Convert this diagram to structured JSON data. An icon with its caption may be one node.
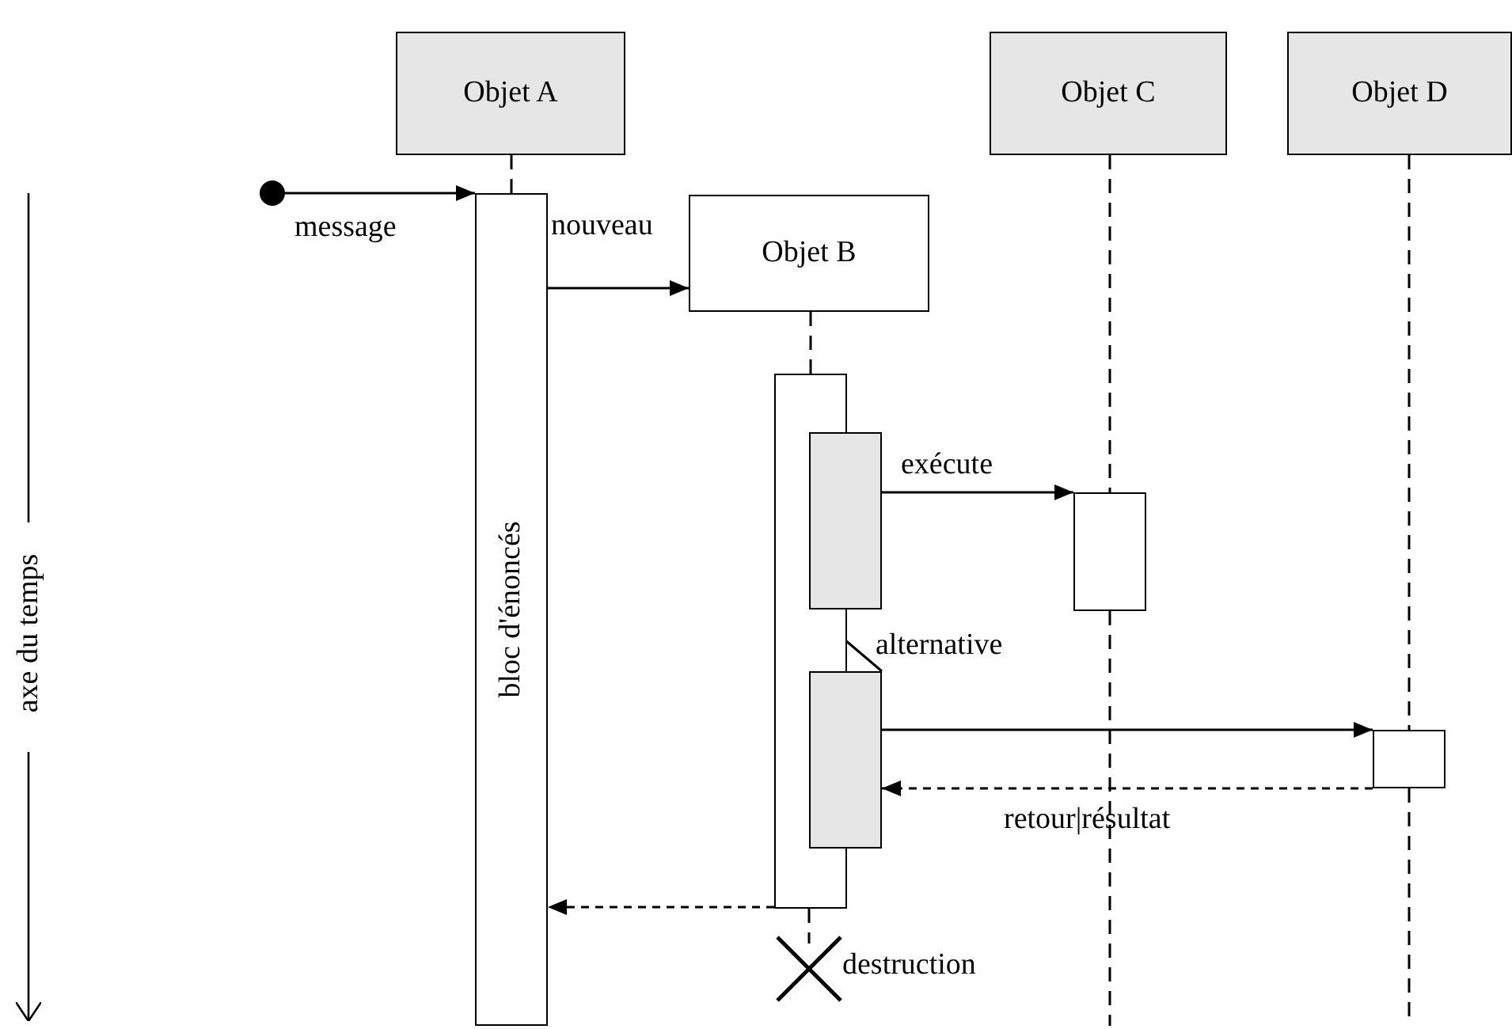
{
  "diagram": {
    "nodes": [
      {
        "text": [
          "Objet A"
        ]
      },
      {
        "text": [
          "Objet B"
        ]
      },
      {
        "text": [
          "Objet C"
        ]
      },
      {
        "text": [
          "Objet D"
        ]
      },
      {
        "text": [],
        "shape": "circle"
      },
      {
        "text": [
          "bloc d'énoncés"
        ]
      },
      {
        "text": [],
        "shape": "bar"
      },
      {
        "text": [],
        "shape": "bar"
      },
      {
        "text": [],
        "shape": "bar"
      },
      {
        "text": [],
        "shape": "bar"
      },
      {
        "text": [],
        "shape": "bar"
      }
    ],
    "edges": [
      {
        "from": 4,
        "to": 5,
        "arrow": "to",
        "label": "message"
      },
      {
        "from": 5,
        "to": 1,
        "arrow": "to",
        "label": "nouveau"
      },
      {
        "from": 7,
        "to": 9,
        "arrow": "to",
        "label": "exécute"
      },
      {
        "from": 8,
        "to": 10,
        "arrow": "to"
      },
      {
        "from": 10,
        "to": 8,
        "arrow": "to",
        "style": "dashed",
        "label": "retour|résultat"
      },
      {
        "from": 6,
        "to": 5,
        "arrow": "to",
        "style": "dashed"
      },
      {
        "from": 0,
        "to": 5,
        "arrow": "none",
        "style": "dashed"
      },
      {
        "from": 1,
        "to": 6,
        "arrow": "none",
        "style": "dashed"
      },
      {
        "from": 2,
        "to": 9,
        "arrow": "none",
        "style": "dashed"
      },
      {
        "from": 3,
        "to": 10,
        "arrow": "none",
        "style": "dashed"
      }
    ],
    "labels": [
      "axe du temps",
      "alternative",
      "destruction"
    ]
  }
}
